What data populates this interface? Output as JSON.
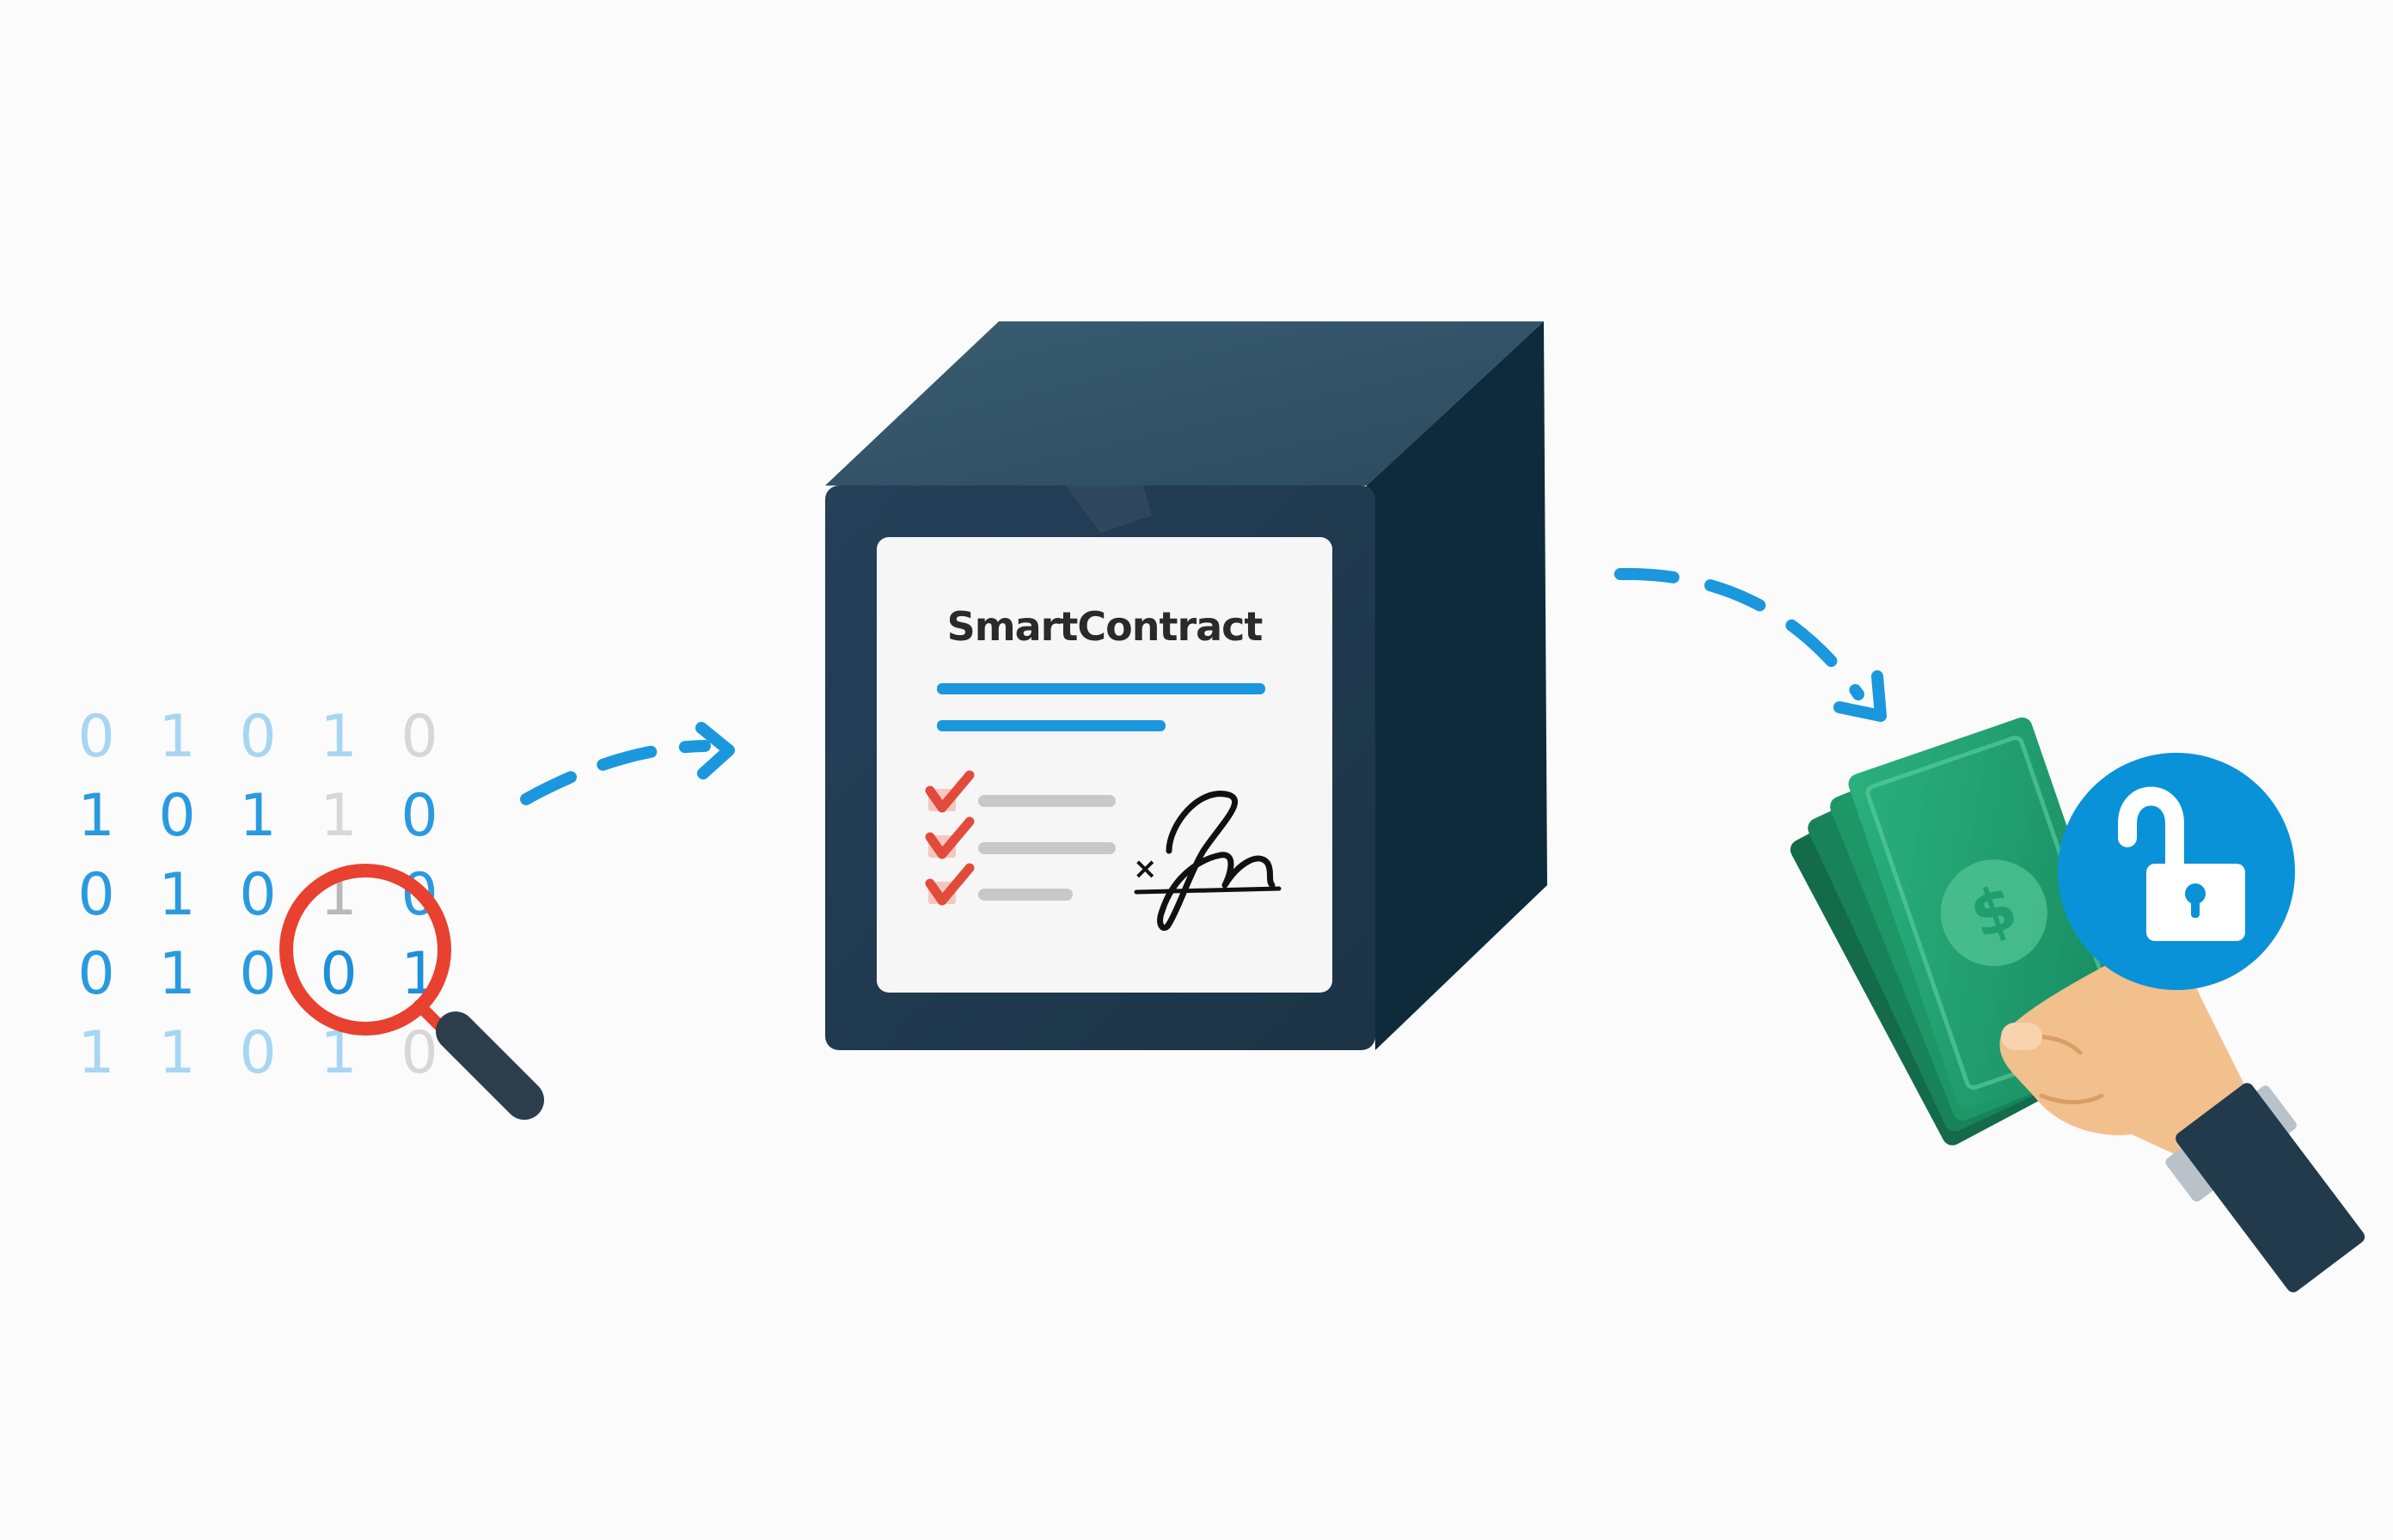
{
  "binary_grid": [
    [
      "0",
      "1",
      "0",
      "1",
      "0"
    ],
    [
      "1",
      "0",
      "1",
      "1",
      "0"
    ],
    [
      "0",
      "1",
      "0",
      "1",
      "0"
    ],
    [
      "0",
      "1",
      "0",
      "0",
      "1"
    ],
    [
      "1",
      "1",
      "0",
      "1",
      "0"
    ]
  ],
  "contract": {
    "title": "SmartContract",
    "signature_mark": "×"
  },
  "payout": {
    "currency_symbol": "$"
  },
  "colors": {
    "accent_blue": "#1b97de",
    "box_front": "#20394c",
    "box_top": "#3c5f74",
    "box_side": "#0e2b3b",
    "check_red": "#e24b3b",
    "magnifier_red": "#e8412f",
    "money_green": "#1f9e6f",
    "skin": "#f2c08c"
  },
  "icons": [
    "magnifier-icon",
    "checkmark-icon",
    "signature-icon",
    "money-icon",
    "hand-icon",
    "unlock-icon",
    "dashed-arrow-icon"
  ]
}
